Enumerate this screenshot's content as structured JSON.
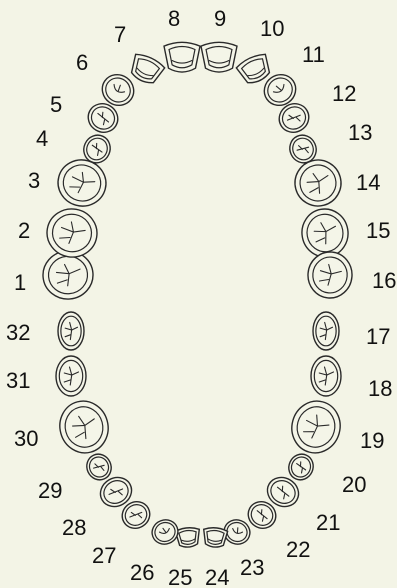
{
  "colors": {
    "background": "#f3f4e6",
    "stroke": "#2a2a2a",
    "text": "#111111"
  },
  "upper_arch": [
    "1",
    "2",
    "3",
    "4",
    "5",
    "6",
    "7",
    "8",
    "9",
    "10",
    "11",
    "12",
    "13",
    "14",
    "15",
    "16"
  ],
  "lower_arch": [
    "17",
    "18",
    "19",
    "20",
    "21",
    "22",
    "23",
    "24",
    "25",
    "26",
    "27",
    "28",
    "29",
    "30",
    "31",
    "32"
  ]
}
